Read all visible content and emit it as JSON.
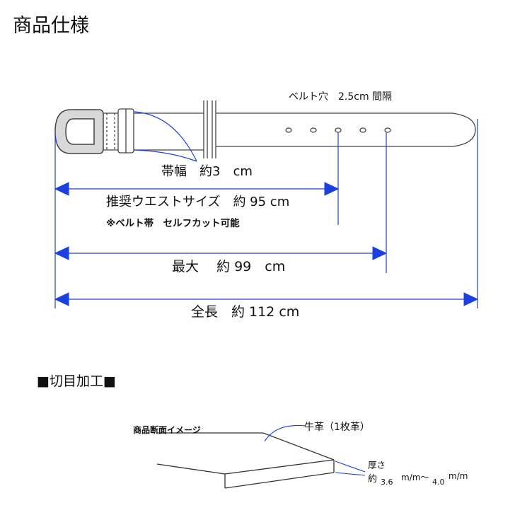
{
  "title": "商品仕様",
  "belt": {
    "hole_label": "ベルト穴　2.5cm 間隔",
    "width_label": "帯幅　約3　cm",
    "waist_label": "推奨ウエストサイズ　約 95 cm",
    "cut_note": "※ベルト帯　セルフカット可能",
    "max_label": "最大　 約 99　cm",
    "total_label": "全長　約 112 cm"
  },
  "cut_section": {
    "heading": "■切目加工■",
    "section_label": "商品断面イメージ",
    "leather_label": "牛革（1枚革）",
    "thickness_label": "厚さ",
    "thickness_approx": "約",
    "thickness_min": "3.6",
    "thickness_sep": "m/m～",
    "thickness_max": "4.0",
    "thickness_unit": "m/m"
  },
  "colors": {
    "arrow": "#1c3fe0",
    "outline": "#333333"
  }
}
